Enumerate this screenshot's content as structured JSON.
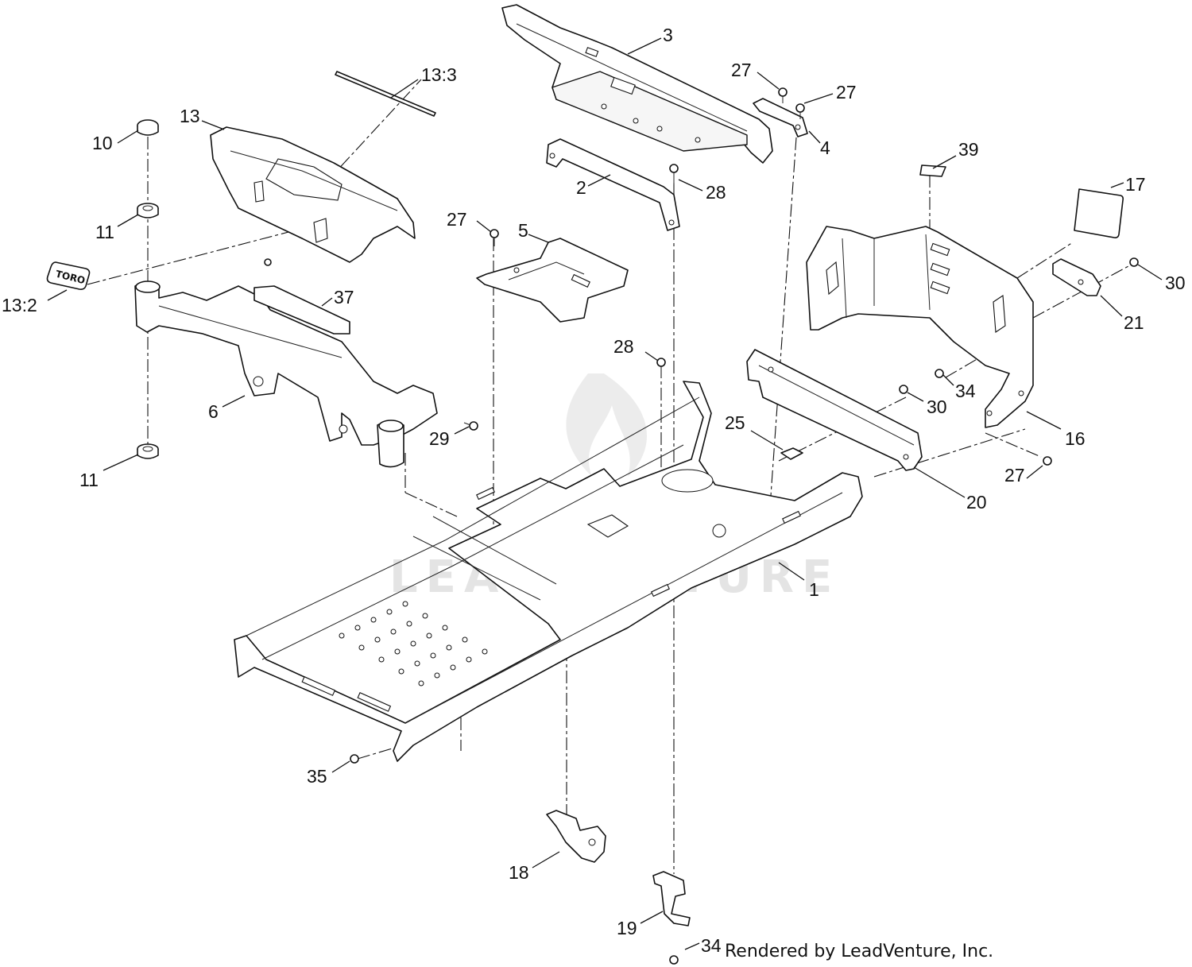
{
  "diagram": {
    "callouts": [
      {
        "id": "c-3",
        "label": "3"
      },
      {
        "id": "c-27a",
        "label": "27"
      },
      {
        "id": "c-27b",
        "label": "27"
      },
      {
        "id": "c-13-3",
        "label": "13:3"
      },
      {
        "id": "c-13",
        "label": "13"
      },
      {
        "id": "c-10",
        "label": "10"
      },
      {
        "id": "c-4",
        "label": "4"
      },
      {
        "id": "c-39",
        "label": "39"
      },
      {
        "id": "c-17",
        "label": "17"
      },
      {
        "id": "c-2",
        "label": "2"
      },
      {
        "id": "c-28a",
        "label": "28"
      },
      {
        "id": "c-11a",
        "label": "11"
      },
      {
        "id": "c-27c",
        "label": "27"
      },
      {
        "id": "c-5",
        "label": "5"
      },
      {
        "id": "c-30a",
        "label": "30"
      },
      {
        "id": "c-13-2",
        "label": "13:2"
      },
      {
        "id": "c-37",
        "label": "37"
      },
      {
        "id": "c-21",
        "label": "21"
      },
      {
        "id": "c-28b",
        "label": "28"
      },
      {
        "id": "c-34a",
        "label": "34"
      },
      {
        "id": "c-6",
        "label": "6"
      },
      {
        "id": "c-30b",
        "label": "30"
      },
      {
        "id": "c-25",
        "label": "25"
      },
      {
        "id": "c-29",
        "label": "29"
      },
      {
        "id": "c-16",
        "label": "16"
      },
      {
        "id": "c-11b",
        "label": "11"
      },
      {
        "id": "c-27d",
        "label": "27"
      },
      {
        "id": "c-20",
        "label": "20"
      },
      {
        "id": "c-1",
        "label": "1"
      },
      {
        "id": "c-35",
        "label": "35"
      },
      {
        "id": "c-18",
        "label": "18"
      },
      {
        "id": "c-19",
        "label": "19"
      },
      {
        "id": "c-34b",
        "label": "34"
      }
    ],
    "decal_text": "TORO",
    "watermark": "LEADVENTURE",
    "footer": "Rendered by LeadVenture, Inc."
  }
}
